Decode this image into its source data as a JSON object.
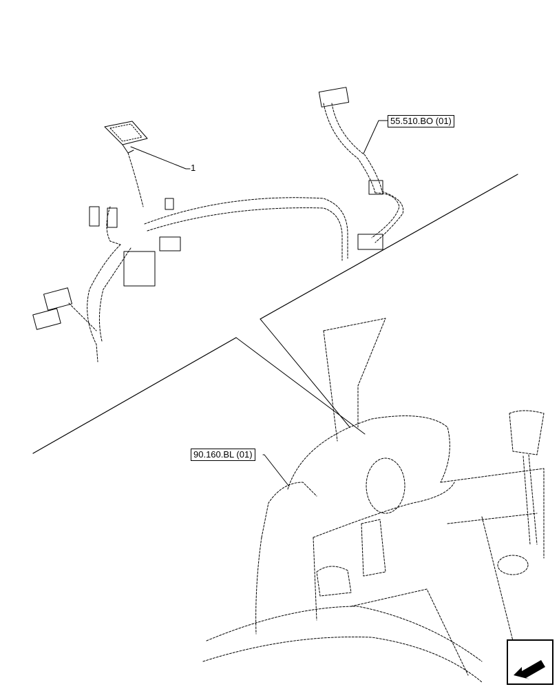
{
  "references": {
    "upper_harness": "55.510.BO (01)",
    "console": "90.160.BL (01)"
  },
  "callouts": {
    "item_1": "1"
  },
  "icons": {
    "nav": "next-page-arrow-icon"
  },
  "colors": {
    "line": "#000000",
    "background": "#ffffff"
  }
}
